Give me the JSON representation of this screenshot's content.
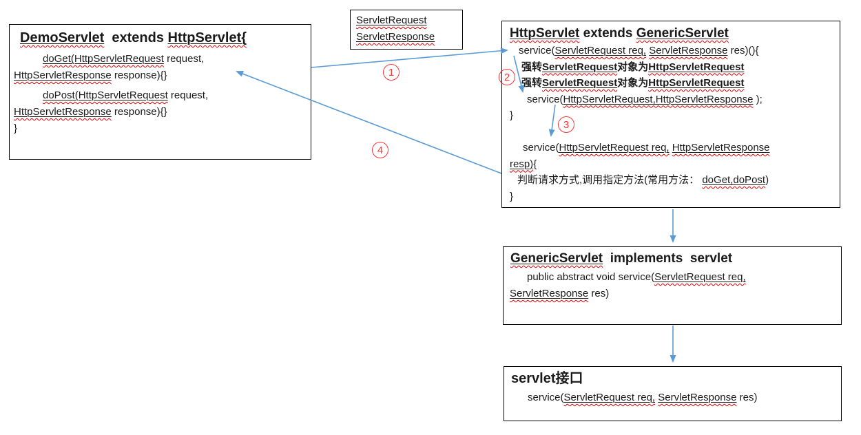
{
  "colors": {
    "arrow": "#5B9BD5",
    "step_number": "#ff3333",
    "spellcheck_wavy": "#e00000",
    "box_border": "#000000",
    "text": "#1a1a1a"
  },
  "numbers": {
    "n1": "1",
    "n2": "2",
    "n3": "3",
    "n4": "4"
  },
  "request_box": {
    "line1": "ServletRequest",
    "line2": "ServletResponse"
  },
  "demo": {
    "title": [
      "DemoServlet",
      "  extends ",
      "HttpServlet{"
    ],
    "doget": [
      "doGet(HttpServletRequest",
      " request,"
    ],
    "doget_wrap": [
      "HttpServletResponse",
      " response){}"
    ],
    "dopost": [
      "doPost(HttpServletRequest",
      " request,"
    ],
    "dopost_wrap": [
      "HttpServletResponse",
      " response){}"
    ],
    "close": "}"
  },
  "http": {
    "title": [
      "HttpServlet",
      " extends ",
      "GenericServlet"
    ],
    "sig": [
      "service(",
      "ServletRequest req,",
      " ",
      "ServletResponse",
      " res)(){"
    ],
    "cast1": [
      "强转",
      "ServletRequest",
      "对象为",
      "HttpServletRequest"
    ],
    "cast2": [
      "强转",
      "ServletRequest",
      "对象为",
      "HttpServletRequest"
    ],
    "call": [
      "service(",
      "HttpServletRequest,HttpServletResponse",
      " );"
    ],
    "close1": "}",
    "sig2": [
      "service(",
      "HttpServletRequest req,",
      " ",
      "HttpServletResponse"
    ],
    "sig2_wrap": [
      "resp)",
      "{"
    ],
    "judge": [
      "判断请求方式,调用指定方法(常用方法： ",
      "doGet,doPost",
      ")"
    ],
    "close2": "}"
  },
  "generic": {
    "title": [
      "GenericServlet",
      "  implements  servlet"
    ],
    "sig": [
      "public abstract void service(",
      "ServletRequest req,"
    ],
    "sig_wrap": [
      "ServletResponse",
      " res)"
    ]
  },
  "servlet": {
    "title": "servlet接口",
    "sig": [
      "service(",
      "ServletRequest req,",
      " ",
      "ServletResponse",
      " res)"
    ]
  }
}
